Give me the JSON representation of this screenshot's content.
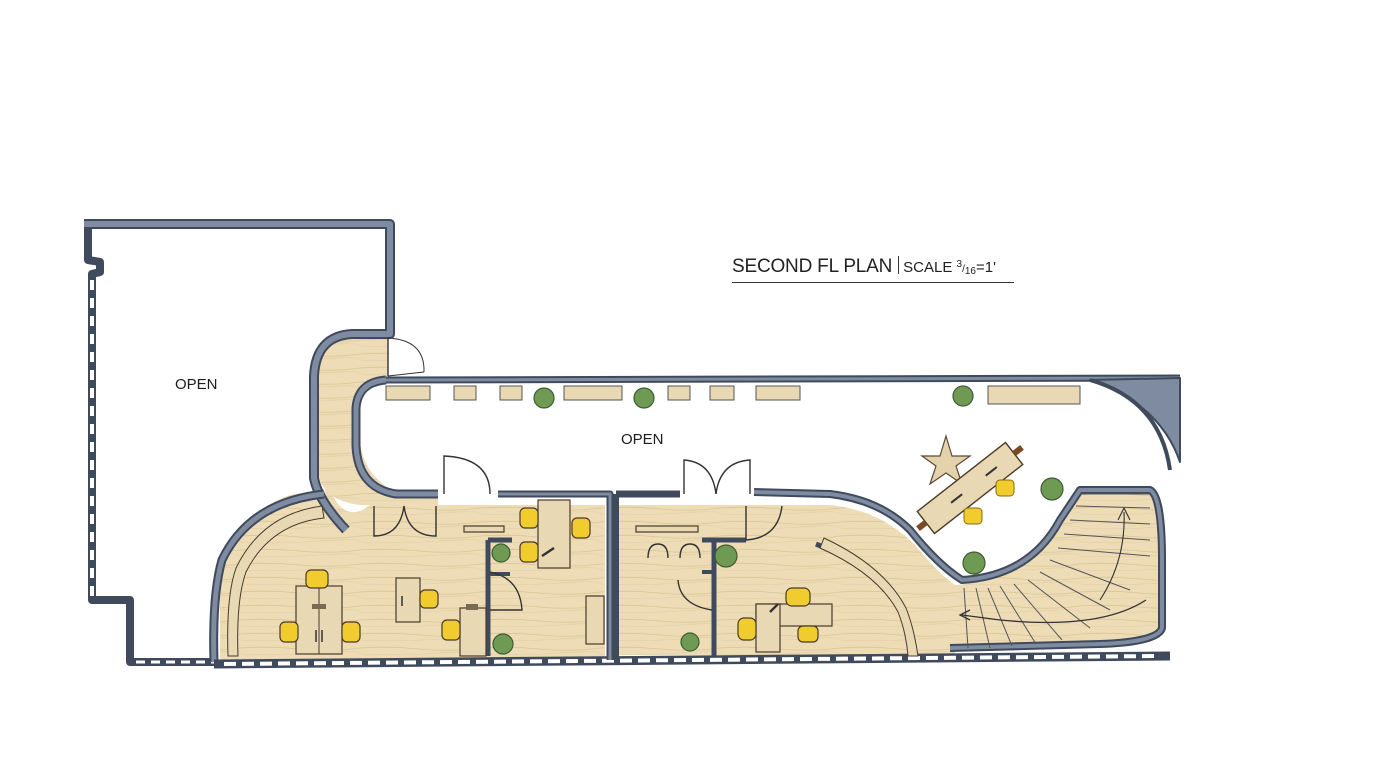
{
  "title": {
    "main": "SECOND FL PLAN",
    "scale_prefix": "SCALE ",
    "scale_num": "3",
    "scale_slash": "/",
    "scale_den": "16",
    "scale_suffix": "=1'"
  },
  "rooms": {
    "open_left": "OPEN",
    "open_center": "OPEN"
  },
  "colors": {
    "wall": "#7e8ba0",
    "wall_stroke": "#3f4a5c",
    "floor_wood": "#ecdcb8",
    "chair": "#f0cc2e",
    "plant": "#6f9a54",
    "furniture": "#e9d8b4"
  }
}
